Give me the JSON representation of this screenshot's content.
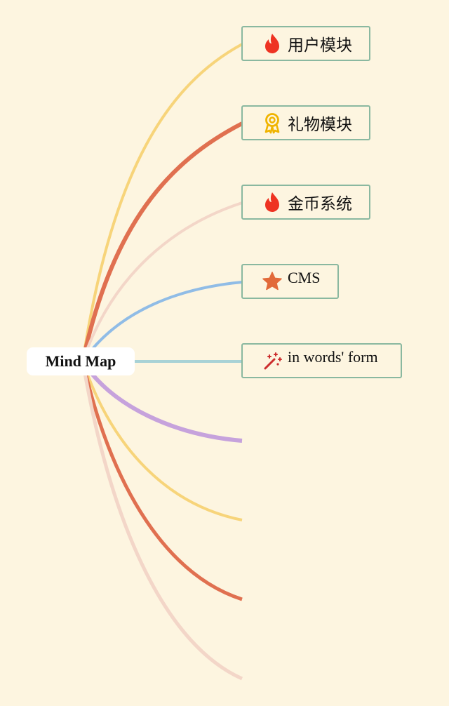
{
  "root": {
    "label": "Mind Map"
  },
  "branches": [
    {
      "label": "用户模块",
      "icon": "fire-icon",
      "edge_color": "#f7d47a",
      "has_node": true
    },
    {
      "label": "礼物模块",
      "icon": "award-medal-icon",
      "edge_color": "#e07050",
      "has_node": true
    },
    {
      "label": "金币系统",
      "icon": "fire-icon",
      "edge_color": "#f3d6c8",
      "has_node": true
    },
    {
      "label": "CMS",
      "icon": "star-icon",
      "edge_color": "#90bce6",
      "has_node": true
    },
    {
      "label": "in words' form",
      "icon": "magic-wand-icon",
      "edge_color": "#a8d2d6",
      "has_node": true
    },
    {
      "edge_color": "#c6a2dc",
      "has_node": false
    },
    {
      "edge_color": "#f7d47a",
      "has_node": false
    },
    {
      "edge_color": "#e07050",
      "has_node": false
    },
    {
      "edge_color": "#f3d6c8",
      "has_node": false
    }
  ],
  "colors": {
    "background": "#fdf5e0",
    "node_border": "#8ab8a0",
    "fire": "#ee3322",
    "award": "#f0b400",
    "star": "#e26a3a",
    "wand": "#cc2e2e"
  }
}
